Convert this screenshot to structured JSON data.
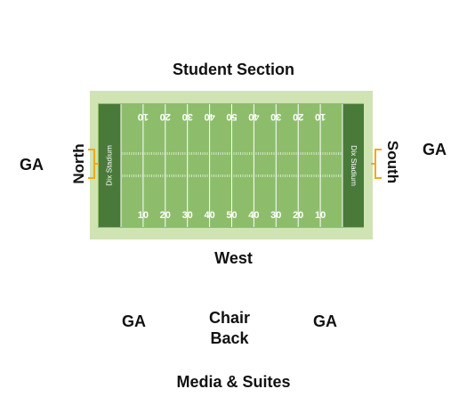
{
  "map": {
    "sections": {
      "student_section": "Student Section",
      "west": "West",
      "media_suites": "Media & Suites",
      "north": "North",
      "south": "South",
      "ga_left": "GA",
      "ga_right": "GA",
      "ga_bottom_left": "GA",
      "ga_bottom_right": "GA",
      "chair_back": "Chair Back"
    },
    "field": {
      "endzone_left_text": "Dix Stadium",
      "endzone_right_text": "Dix Stadium",
      "yard_numbers": [
        "10",
        "20",
        "30",
        "40",
        "50",
        "40",
        "30",
        "20",
        "10"
      ]
    },
    "colors": {
      "surround": "#cfe3b3",
      "grass": "#8dbd6b",
      "endzone": "#4a7a3a",
      "lines": "#ffffff",
      "marker": "#f2a81d"
    }
  }
}
